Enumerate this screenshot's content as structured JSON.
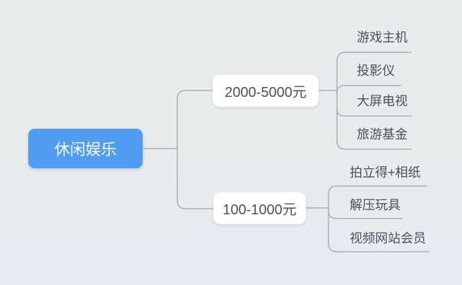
{
  "mindmap": {
    "root": {
      "label": "休闲娱乐"
    },
    "branches": [
      {
        "label": "2000-5000元",
        "children": [
          {
            "label": "游戏主机"
          },
          {
            "label": "投影仪"
          },
          {
            "label": "大屏电视"
          },
          {
            "label": "旅游基金"
          }
        ]
      },
      {
        "label": "100-1000元",
        "children": [
          {
            "label": "拍立得+相纸"
          },
          {
            "label": "解压玩具"
          },
          {
            "label": "视频网站会员"
          }
        ]
      }
    ]
  },
  "colors": {
    "background_top": "#E9ECED",
    "background_bottom": "#E7EAF3",
    "root_bg": "#4F9CF0",
    "root_text": "#FFFFFF",
    "node_bg": "#FFFFFF",
    "node_text": "#4B5158",
    "line": "#A9AEB1"
  }
}
